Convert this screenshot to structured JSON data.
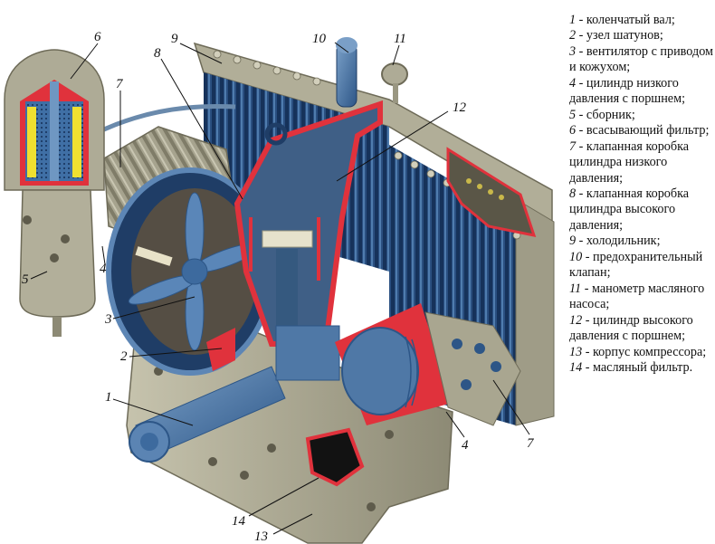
{
  "diagram": {
    "subject": "compressor-cutaway",
    "colors": {
      "casing": "#a8a590",
      "casing_dark": "#7d7a66",
      "section_red": "#e0323c",
      "steel_blue": "#4a73a0",
      "dark_blue": "#1f3d66",
      "filter_yellow": "#f0e030",
      "cavity_black": "#121212"
    },
    "callouts": [
      {
        "id": "1",
        "label": "1"
      },
      {
        "id": "2",
        "label": "2"
      },
      {
        "id": "3",
        "label": "3"
      },
      {
        "id": "4a",
        "label": "4"
      },
      {
        "id": "4b",
        "label": "4"
      },
      {
        "id": "5",
        "label": "5"
      },
      {
        "id": "6",
        "label": "6"
      },
      {
        "id": "7a",
        "label": "7"
      },
      {
        "id": "7b",
        "label": "7"
      },
      {
        "id": "8",
        "label": "8"
      },
      {
        "id": "9",
        "label": "9"
      },
      {
        "id": "10",
        "label": "10"
      },
      {
        "id": "11",
        "label": "11"
      },
      {
        "id": "12",
        "label": "12"
      },
      {
        "id": "13",
        "label": "13"
      },
      {
        "id": "14",
        "label": "14"
      }
    ]
  },
  "legend": {
    "items": [
      {
        "num": "1",
        "text": " - коленчатый вал;"
      },
      {
        "num": "2",
        "text": " - узел шатунов;"
      },
      {
        "num": "3",
        "text": " - вентилятор с приводом и кожухом;"
      },
      {
        "num": "4",
        "text": " - цилиндр низкого давления с поршнем;"
      },
      {
        "num": "5",
        "text": " - сборник;"
      },
      {
        "num": "6",
        "text": " - всасывающий фильтр;"
      },
      {
        "num": "7",
        "text": " - клапанная коробка цилиндра низкого давления;"
      },
      {
        "num": "8",
        "text": " - клапанная коробка цилиндра высокого давления;"
      },
      {
        "num": "9",
        "text": " - холодильник;"
      },
      {
        "num": "10",
        "text": " - предохранительный клапан;"
      },
      {
        "num": "11",
        "text": " - манометр масляного насоса;"
      },
      {
        "num": "12",
        "text": " - цилиндр высокого давления с поршнем;"
      },
      {
        "num": "13",
        "text": " - корпус компрессора;"
      },
      {
        "num": "14",
        "text": " - масляный фильтр."
      }
    ]
  }
}
